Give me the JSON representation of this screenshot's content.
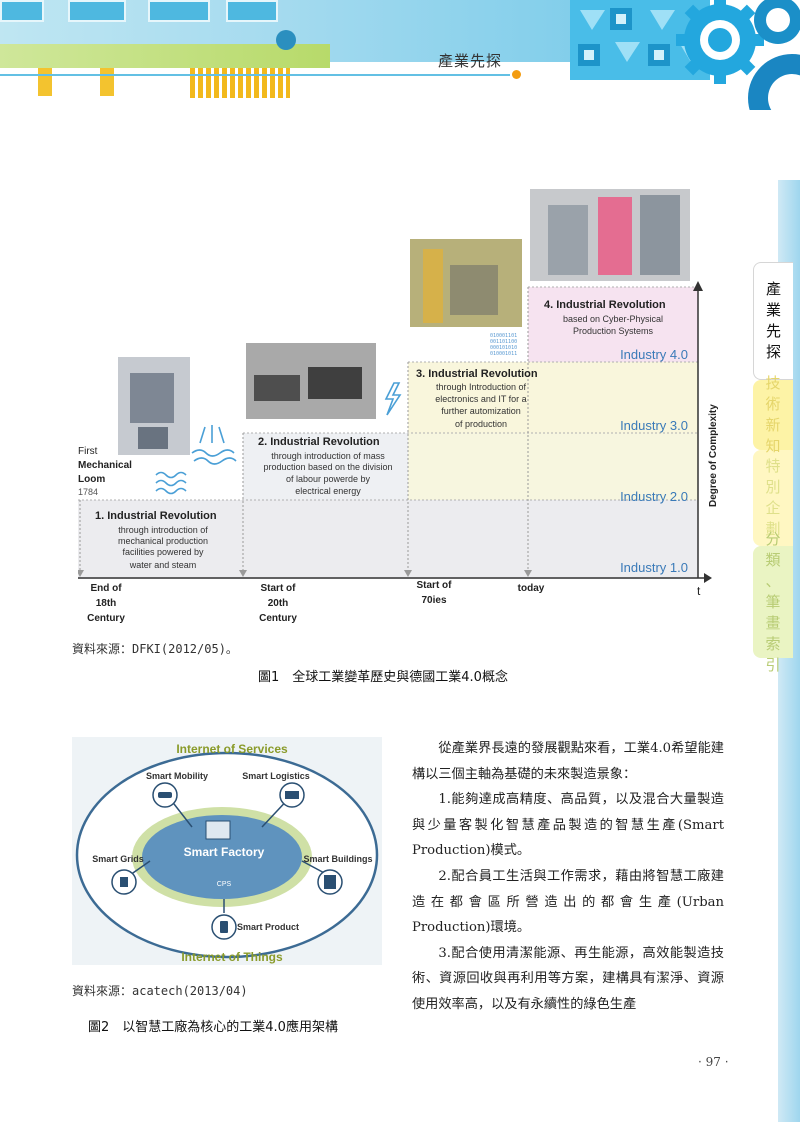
{
  "header": {
    "section_title": "產業先探"
  },
  "side_tabs": [
    {
      "label": "產業先探",
      "chars": [
        "產",
        "業",
        "先",
        "探"
      ],
      "active": true
    },
    {
      "label": "技術新知",
      "chars": [
        "技",
        "術",
        "新",
        "知"
      ],
      "active": false
    },
    {
      "label": "特別企劃",
      "chars": [
        "特",
        "別",
        "企",
        "劃"
      ],
      "active": false
    },
    {
      "label": "分類、筆畫索引",
      "chars": [
        "分",
        "類",
        "、",
        "筆",
        "畫",
        "索",
        "引"
      ],
      "active": false
    }
  ],
  "figure1": {
    "source": "資料來源：DFKI(2012/05)。",
    "caption": "圖1　全球工業變革歷史與德國工業4.0概念",
    "first_loom": [
      "First",
      "Mechanical",
      "Loom",
      "1784"
    ],
    "revolutions": [
      {
        "title": "1. Industrial Revolution",
        "desc": [
          "through introduction of",
          "mechanical production",
          "facilities powered by",
          "water and steam"
        ]
      },
      {
        "title": "2. Industrial Revolution",
        "desc": [
          "through introduction of mass",
          "production based on the division",
          "of labour powerde by",
          "electrical energy"
        ]
      },
      {
        "title": "3. Industrial Revolution",
        "desc": [
          "through Introduction of",
          "electronics and IT for a",
          "further automization",
          "of production"
        ]
      },
      {
        "title": "4. Industrial Revolution",
        "desc": [
          "based on Cyber-Physical",
          "Production Systems"
        ]
      }
    ],
    "industry_levels": [
      "Industry 1.0",
      "Industry 2.0",
      "Industry 3.0",
      "Industry 4.0"
    ],
    "x_labels": [
      [
        "End of",
        "18th",
        "Century"
      ],
      [
        "Start of",
        "20th",
        "Century"
      ],
      [
        "Start of",
        "70ies"
      ],
      [
        "today"
      ]
    ],
    "t_label": "t",
    "y_axis_label": "Degree of Complexity",
    "binary": [
      "010001101",
      "001101100",
      "000101010",
      "010001011"
    ]
  },
  "figure2": {
    "outer_label_top": "Internet of Services",
    "outer_label_bottom": "Internet of Things",
    "center_label": "Smart Factory",
    "cps_label": "CPS",
    "nodes": [
      "Smart Mobility",
      "Smart Logistics",
      "Smart Grids",
      "Smart Buildings",
      "Smart Product"
    ],
    "source": "資料來源：acatech(2013/04)",
    "caption": "圖2　以智慧工廠為核心的工業4.0應用架構"
  },
  "body": {
    "paragraphs": [
      "從產業界長遠的發展觀點來看，工業4.0希望能建構以三個主軸為基礎的未來製造景象：",
      "1.能夠達成高精度、高品質，以及混合大量製造與少量客製化智慧產品製造的智慧生產(Smart Production)模式。",
      "2.配合員工生活與工作需求，藉由將智慧工廠建造在都會區所營造出的都會生產(Urban Production)環境。",
      "3.配合使用清潔能源、再生能源，高效能製造技術、資源回收與再利用等方案，建構具有潔淨、資源使用效率高，以及有永續性的綠色生產"
    ]
  },
  "page_number": "‧ 97 ‧"
}
